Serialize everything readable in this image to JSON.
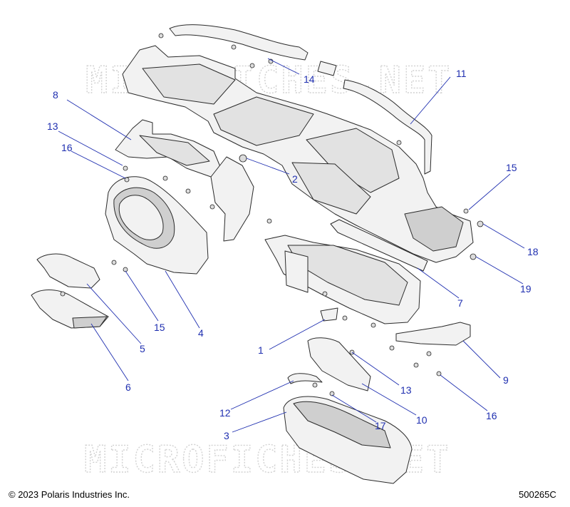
{
  "watermark": "MICROFICHES.NET",
  "copyright": "© 2023 Polaris Industries Inc.",
  "diagram_code": "500265C",
  "callouts": [
    "1",
    "2",
    "3",
    "4",
    "5",
    "6",
    "7",
    "8",
    "9",
    "10",
    "11",
    "12",
    "13",
    "13",
    "14",
    "15",
    "15",
    "16",
    "16",
    "17",
    "18",
    "19"
  ],
  "colors": {
    "callout": "#1f2fb0",
    "line": "#2b2b2b",
    "part_fill": "#f2f2f2",
    "watermark": "#d2d2d2"
  }
}
